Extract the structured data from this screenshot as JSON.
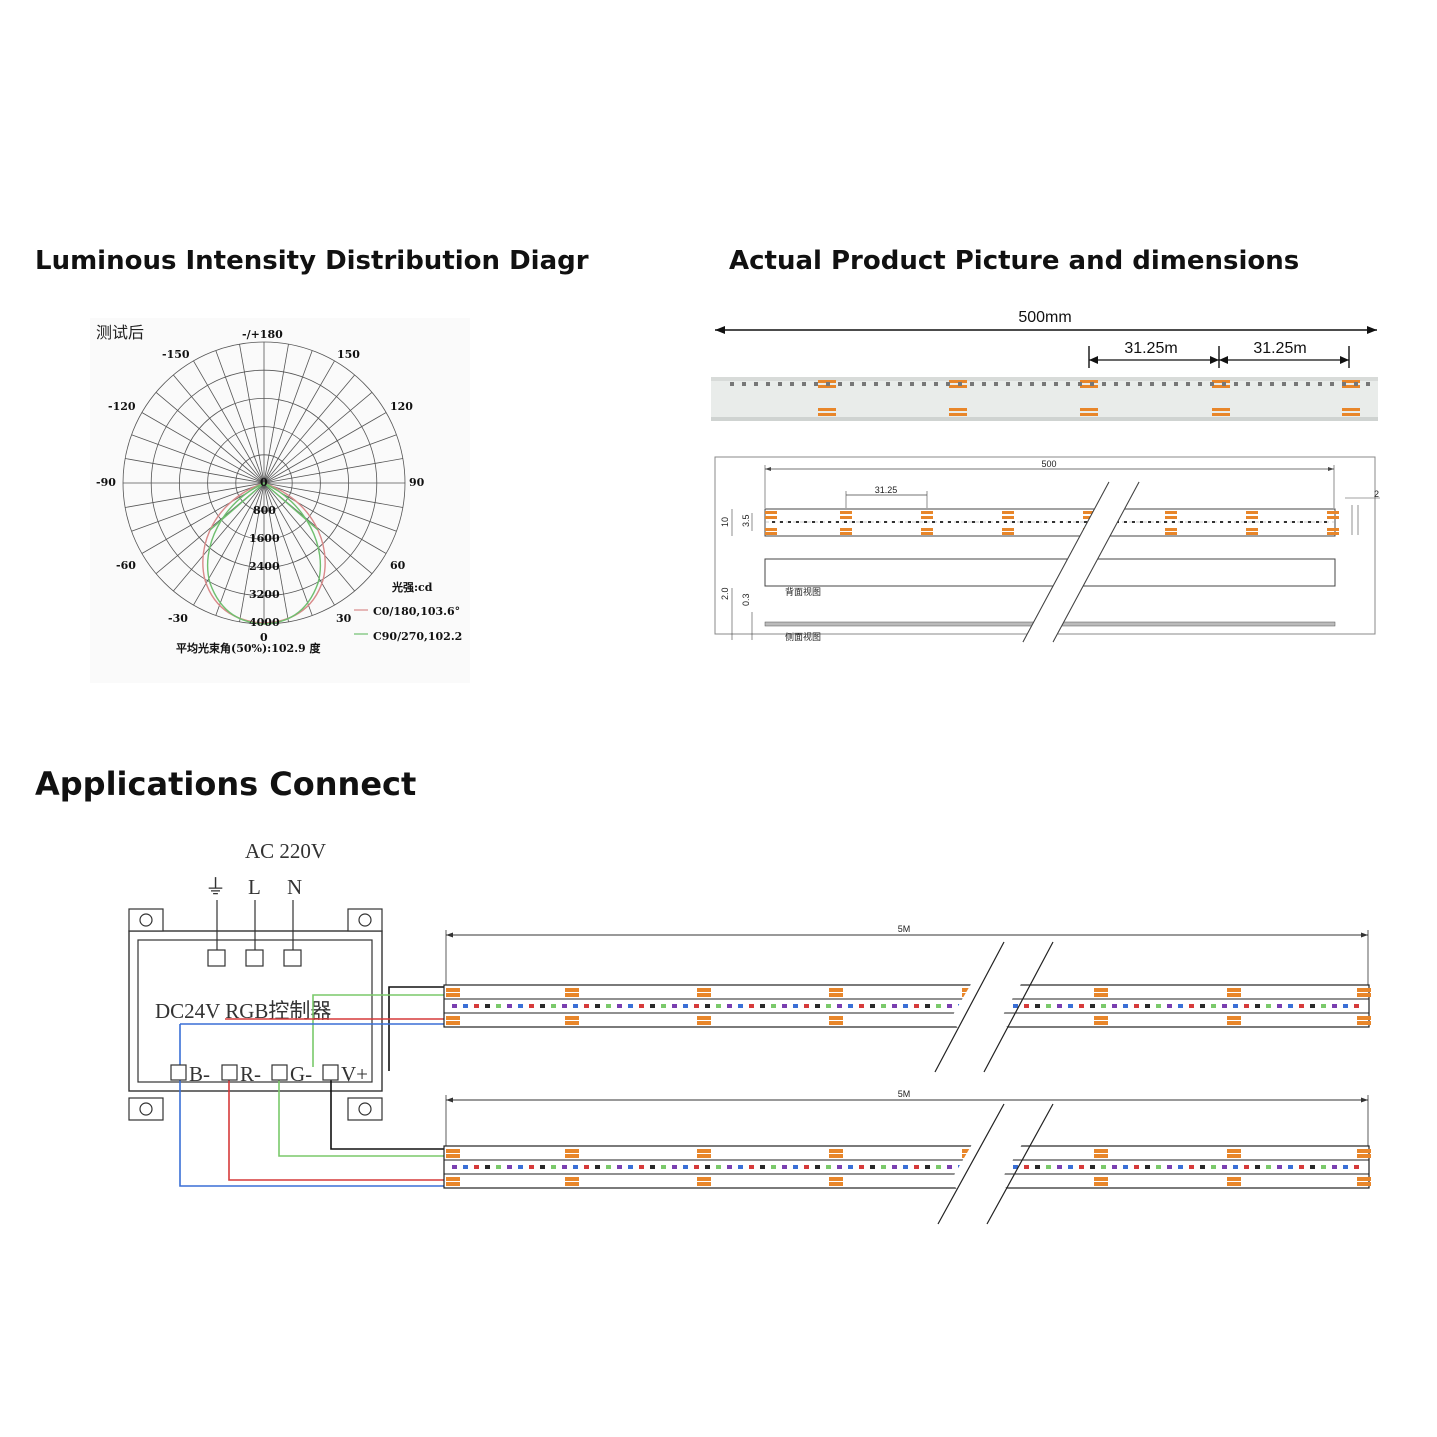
{
  "sections": {
    "luminous_title": "Luminous Intensity Distribution Diagr",
    "product_title": "Actual Product Picture and dimensions",
    "applications_title": "Applications Connect"
  },
  "polar_chart": {
    "test_label": "测试后",
    "angle_labels": {
      "top": "-/+180",
      "m150": "-150",
      "p150": "150",
      "m120": "-120",
      "p120": "120",
      "m90": "-90",
      "p90": "90",
      "m60": "-60",
      "p60": "60",
      "m30": "-30",
      "p30": "30",
      "bottom": "0",
      "center": "0"
    },
    "radial_labels": [
      "800",
      "1600",
      "2400",
      "3200",
      "4000"
    ],
    "unit_label": "光强:cd",
    "legend": [
      {
        "label": "C0/180,103.6°",
        "color": "#d98a8a"
      },
      {
        "label": "C90/270,102.2",
        "color": "#6fbf6f"
      }
    ],
    "beam_angle_text": "平均光束角(50%):102.9 度"
  },
  "product": {
    "overall_length": "500mm",
    "segment_a": "31.25m",
    "segment_b": "31.25m",
    "drawing_length": "500",
    "drawing_segment": "31.25",
    "dim_width": "10",
    "dim_pad": "3.5",
    "dim_thickness": "2.0",
    "dim_tape": "0.3",
    "dim_edge": "2",
    "back_view_label": "背面视图",
    "side_view_label": "侧面视图"
  },
  "wiring": {
    "ac_label": "AC  220V",
    "ground_label": "⏚",
    "l_label": "L",
    "n_label": "N",
    "controller_label": "DC24V  RGB控制器",
    "terminals": [
      "B-",
      "R-",
      "G-",
      "V+"
    ],
    "strip1_length": "5M",
    "strip2_length": "5M",
    "wire_colors": {
      "black": "#111111",
      "green": "#7ac96a",
      "red": "#d63a3a",
      "blue": "#3a6fd6"
    }
  }
}
